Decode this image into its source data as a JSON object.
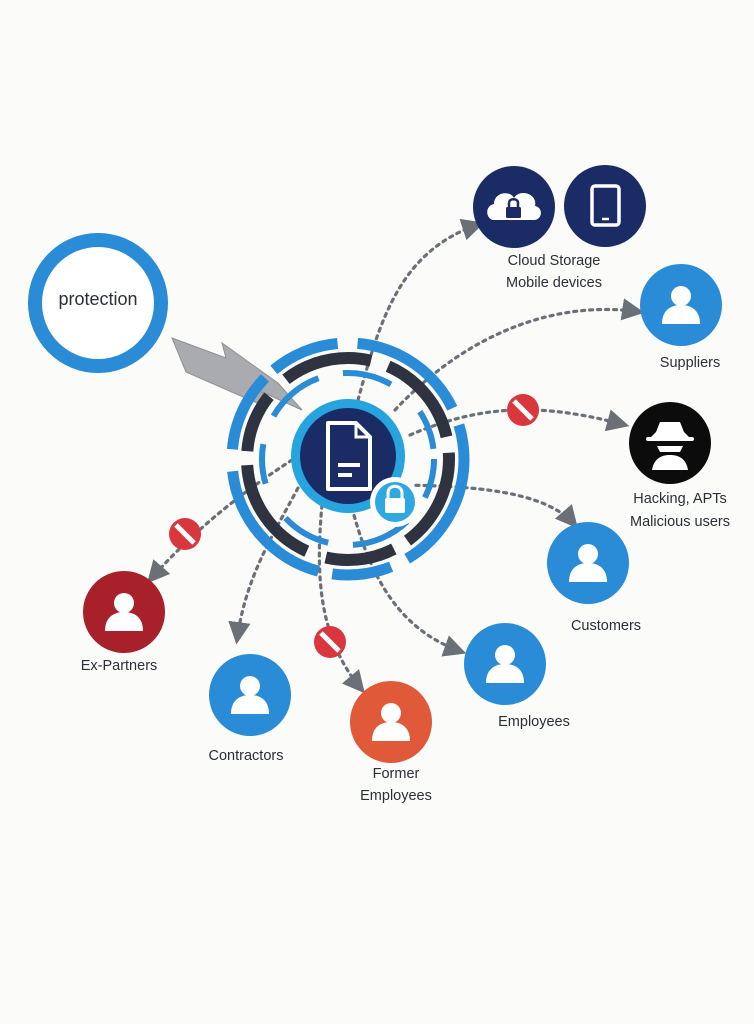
{
  "protection": {
    "label": "protection"
  },
  "nodes": {
    "cloud": {
      "icon": "cloud-lock-icon",
      "color": "#1a2b66"
    },
    "mobile": {
      "icon": "tablet-icon",
      "color": "#1a2b66"
    },
    "suppliers": {
      "icon": "person-icon",
      "color": "#2a8bd6"
    },
    "hacking": {
      "icon": "hacker-icon",
      "color": "#0c0c0c"
    },
    "customers": {
      "icon": "person-icon",
      "color": "#2a8bd6"
    },
    "employees": {
      "icon": "person-icon",
      "color": "#2a8bd6"
    },
    "former": {
      "icon": "person-icon",
      "color": "#e05a3a"
    },
    "contractors": {
      "icon": "person-icon",
      "color": "#2a8bd6"
    },
    "expartners": {
      "icon": "person-icon",
      "color": "#a8202a"
    }
  },
  "labels": {
    "cloud_line1": "Cloud Storage",
    "cloud_line2": "Mobile devices",
    "suppliers": "Suppliers",
    "hacking_line1": "Hacking, APTs",
    "hacking_line2": "Malicious users",
    "customers": "Customers",
    "employees": "Employees",
    "former_line1": "Former",
    "former_line2": "Employees",
    "contractors": "Contractors",
    "expartners": "Ex-Partners"
  },
  "colors": {
    "accent_blue": "#2a8bd6",
    "navy": "#1a2b66",
    "block_red": "#d9363e",
    "arrow_gray": "#6b6f76"
  }
}
